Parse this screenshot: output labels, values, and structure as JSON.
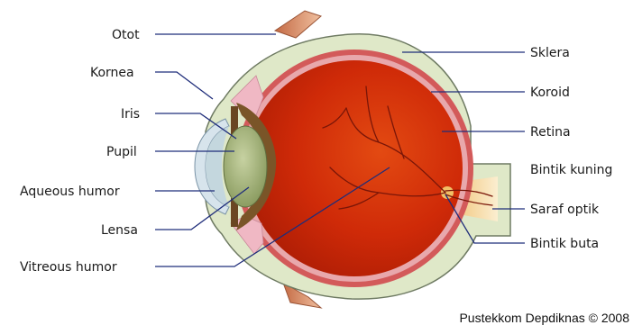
{
  "labels_left": {
    "otot": "Otot",
    "kornea": "Kornea",
    "iris": "Iris",
    "pupil": "Pupil",
    "aqueous": "Aqueous humor",
    "lensa": "Lensa",
    "vitreous": "Vitreous humor"
  },
  "labels_right": {
    "sklera": "Sklera",
    "koroid": "Koroid",
    "retina": "Retina",
    "bintik_kuning": "Bintik kuning",
    "saraf_optik": "Saraf optik",
    "bintik_buta": "Bintik buta"
  },
  "credit": "Pustekkom Depdiknas © 2008",
  "colors": {
    "sclera": "#dfe8c8",
    "outline": "#6e7a62",
    "choroid": "#d35a5a",
    "retina": "#e8a8ac",
    "vitreous": "#cf2a08",
    "iris": "#7a5528",
    "ciliary": "#f0b8c4",
    "lens": "#9fb07a",
    "cornea": "#d7e4ec",
    "muscle": "#d8825c",
    "vessel": "#7a1608",
    "leader": "#1f2d7a"
  }
}
